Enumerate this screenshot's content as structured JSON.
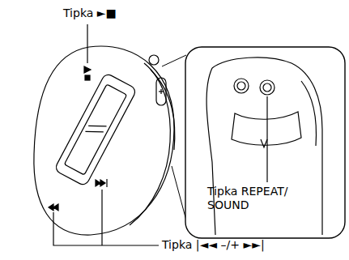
{
  "diagram": {
    "labels": [
      "Tipka ►■",
      "Tipka REPEAT/ SOUND",
      "Tipka |◄◄ –/+ ►►|"
    ]
  }
}
